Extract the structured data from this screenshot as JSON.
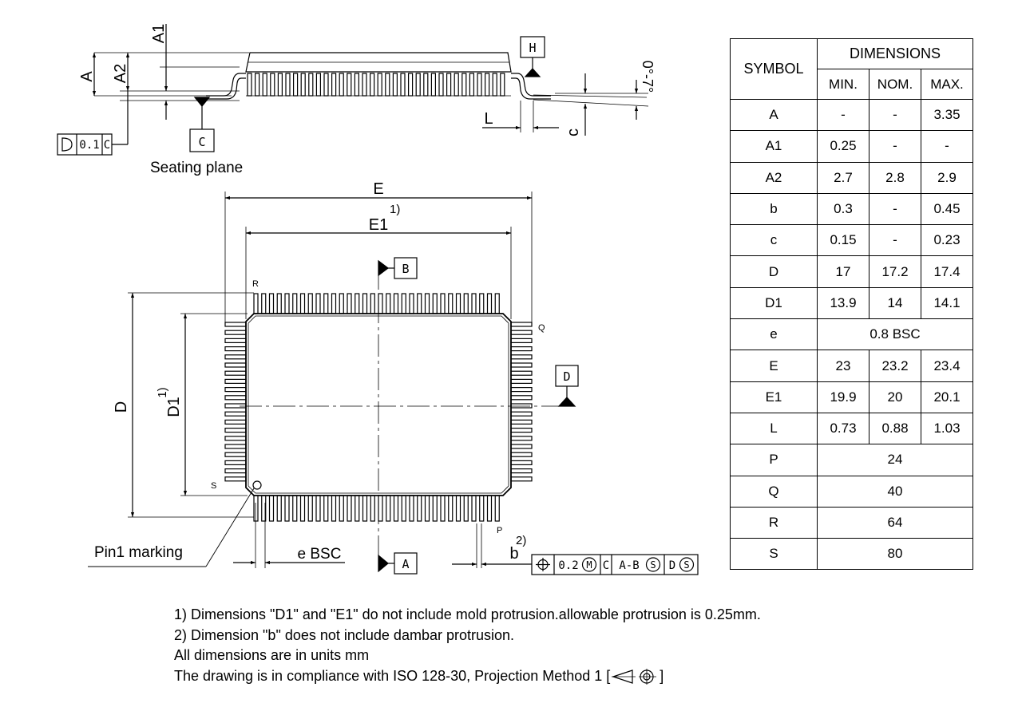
{
  "side_view": {
    "labels": {
      "A": "A",
      "A1": "A1",
      "A2": "A2",
      "L": "L",
      "c": "c",
      "angle": "0°-7°",
      "datum_H": "H",
      "datum_C": "C",
      "flatness_tol": "0.1",
      "flatness_datum": "C",
      "seating_plane": "Seating plane"
    }
  },
  "top_view": {
    "labels": {
      "E": "E",
      "E1": "E1",
      "E1_note": "1)",
      "D": "D",
      "D1": "D1",
      "D1_note": "1)",
      "R": "R",
      "Q": "Q",
      "S": "S",
      "P": "P",
      "datum_A": "A",
      "datum_B": "B",
      "datum_D": "D",
      "e_bsc": "e BSC",
      "b": "b",
      "b_note": "2)",
      "pin1": "Pin1 marking",
      "fcf": {
        "tol": "0.2",
        "mod": "M",
        "d1": "C",
        "d2": "A-B",
        "mod2": "S",
        "d3": "D",
        "mod3": "S"
      }
    }
  },
  "table": {
    "header": {
      "symbol": "SYMBOL",
      "dimensions": "DIMENSIONS",
      "min": "MIN.",
      "nom": "NOM.",
      "max": "MAX."
    },
    "rows": [
      {
        "symbol": "A",
        "min": "-",
        "nom": "-",
        "max": "3.35"
      },
      {
        "symbol": "A1",
        "min": "0.25",
        "nom": "-",
        "max": "-"
      },
      {
        "symbol": "A2",
        "min": "2.7",
        "nom": "2.8",
        "max": "2.9"
      },
      {
        "symbol": "b",
        "min": "0.3",
        "nom": "-",
        "max": "0.45"
      },
      {
        "symbol": "c",
        "min": "0.15",
        "nom": "-",
        "max": "0.23"
      },
      {
        "symbol": "D",
        "min": "17",
        "nom": "17.2",
        "max": "17.4"
      },
      {
        "symbol": "D1",
        "min": "13.9",
        "nom": "14",
        "max": "14.1"
      },
      {
        "symbol": "e",
        "span": "0.8 BSC"
      },
      {
        "symbol": "E",
        "min": "23",
        "nom": "23.2",
        "max": "23.4"
      },
      {
        "symbol": "E1",
        "min": "19.9",
        "nom": "20",
        "max": "20.1"
      },
      {
        "symbol": "L",
        "min": "0.73",
        "nom": "0.88",
        "max": "1.03"
      },
      {
        "symbol": "P",
        "span": "24"
      },
      {
        "symbol": "Q",
        "span": "40"
      },
      {
        "symbol": "R",
        "span": "64"
      },
      {
        "symbol": "S",
        "span": "80"
      }
    ]
  },
  "notes": {
    "n1": "1) Dimensions \"D1\" and \"E1\" do not include mold protrusion.allowable protrusion is 0.25mm.",
    "n2": "2) Dimension \"b\" does not include dambar protrusion.",
    "n3": "All dimensions are in units mm",
    "n4_prefix": "The drawing is in compliance with ISO 128-30, Projection Method 1 [",
    "n4_suffix": "]"
  }
}
